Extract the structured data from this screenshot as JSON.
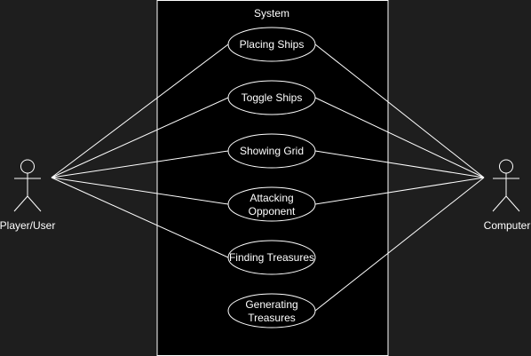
{
  "system": {
    "title": "System"
  },
  "actors": {
    "left": {
      "label": "Player/User",
      "icon": "stick-figure-icon"
    },
    "right": {
      "label": "Computer",
      "icon": "stick-figure-icon"
    }
  },
  "use_cases": [
    {
      "id": "placing-ships",
      "lines": [
        "Placing Ships"
      ],
      "actors": [
        "left",
        "right"
      ]
    },
    {
      "id": "toggle-ships",
      "lines": [
        "Toggle Ships"
      ],
      "actors": [
        "left",
        "right"
      ]
    },
    {
      "id": "showing-grid",
      "lines": [
        "Showing Grid"
      ],
      "actors": [
        "left",
        "right"
      ]
    },
    {
      "id": "attacking-opponent",
      "lines": [
        "Attacking",
        "Opponent"
      ],
      "actors": [
        "left",
        "right"
      ]
    },
    {
      "id": "finding-treasures",
      "lines": [
        "Finding Treasures"
      ],
      "actors": [
        "left"
      ]
    },
    {
      "id": "generating-treasures",
      "lines": [
        "Generating",
        "Treasures"
      ],
      "actors": [
        "right"
      ]
    }
  ],
  "colors": {
    "background": "#1e1e1e",
    "system_fill": "#000000",
    "stroke": "#ffffff",
    "text": "#ffffff"
  }
}
